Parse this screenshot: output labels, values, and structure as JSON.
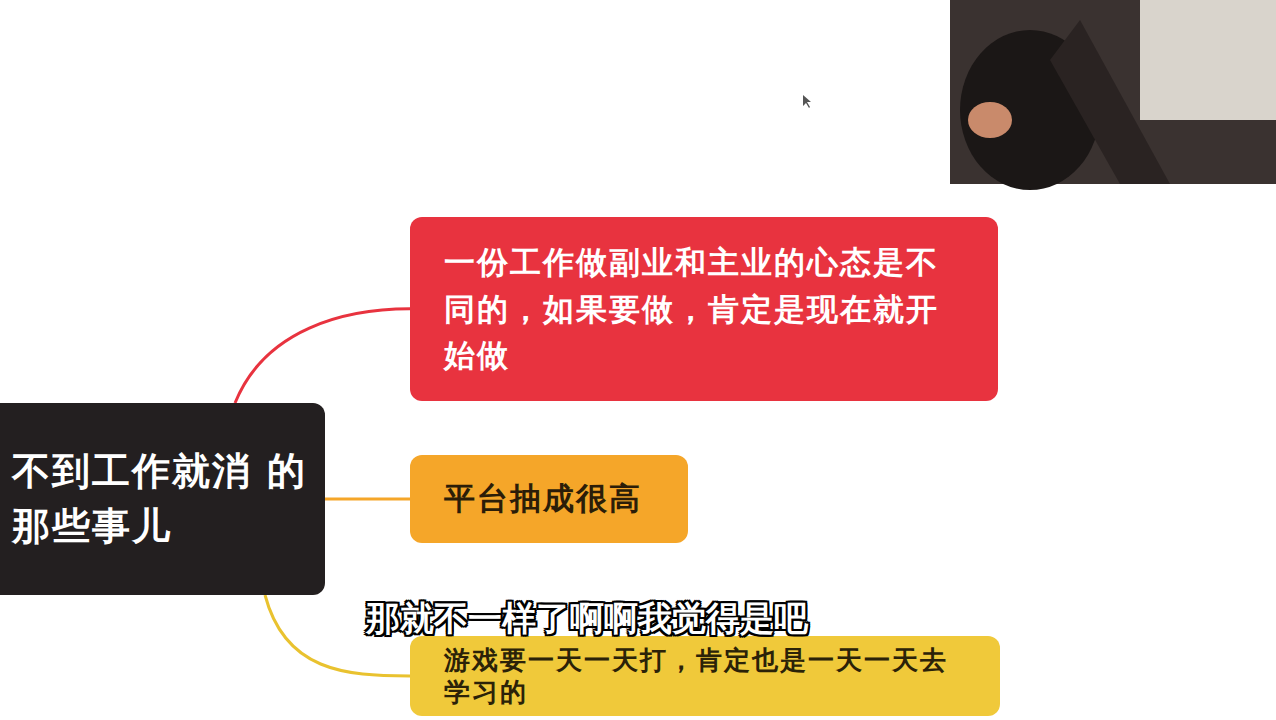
{
  "diagram": {
    "nodes": [
      {
        "text": [
          "不到工作就消 的那些事儿"
        ]
      },
      {
        "text": [
          "一份工作做副业和主业的心态是不同的，如果要做，肯定是现在就开始做"
        ]
      },
      {
        "text": [
          "平台抽成很高"
        ]
      },
      {
        "text": [
          "游戏要一天一天打，肯定也是一天一天去学习的"
        ]
      }
    ],
    "edges": [
      {
        "from": 0,
        "to": 1,
        "arrow": "none"
      },
      {
        "from": 0,
        "to": 2,
        "arrow": "none"
      },
      {
        "from": 0,
        "to": 3,
        "arrow": "none"
      }
    ],
    "labels": [
      "那就不一样了啊啊我觉得是吧"
    ]
  }
}
